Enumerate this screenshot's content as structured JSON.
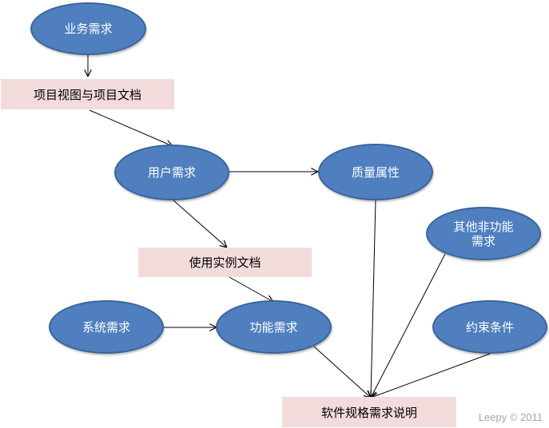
{
  "nodes": {
    "business_req": "业务需求",
    "vision_doc": "项目视图与项目文档",
    "user_req": "用户需求",
    "quality_attr": "质量属性",
    "other_nonfunc_line1": "其他非功能",
    "other_nonfunc_line2": "需求",
    "usecase_doc": "使用实例文档",
    "system_req": "系统需求",
    "func_req": "功能需求",
    "constraints": "约束条件",
    "srs": "软件规格需求说明"
  },
  "edges": [
    {
      "from": "business_req",
      "to": "vision_doc"
    },
    {
      "from": "vision_doc",
      "to": "user_req"
    },
    {
      "from": "user_req",
      "to": "quality_attr"
    },
    {
      "from": "user_req",
      "to": "usecase_doc"
    },
    {
      "from": "usecase_doc",
      "to": "func_req"
    },
    {
      "from": "system_req",
      "to": "func_req"
    },
    {
      "from": "func_req",
      "to": "srs"
    },
    {
      "from": "quality_attr",
      "to": "srs"
    },
    {
      "from": "other_nonfunc",
      "to": "srs"
    },
    {
      "from": "constraints",
      "to": "srs"
    }
  ],
  "colors": {
    "ellipse_fill": "#4f7fbf",
    "ellipse_border": "#3a6699",
    "box_fill": "#f2dcdb",
    "edge": "#000000"
  },
  "watermark": "Leepy © 2011"
}
